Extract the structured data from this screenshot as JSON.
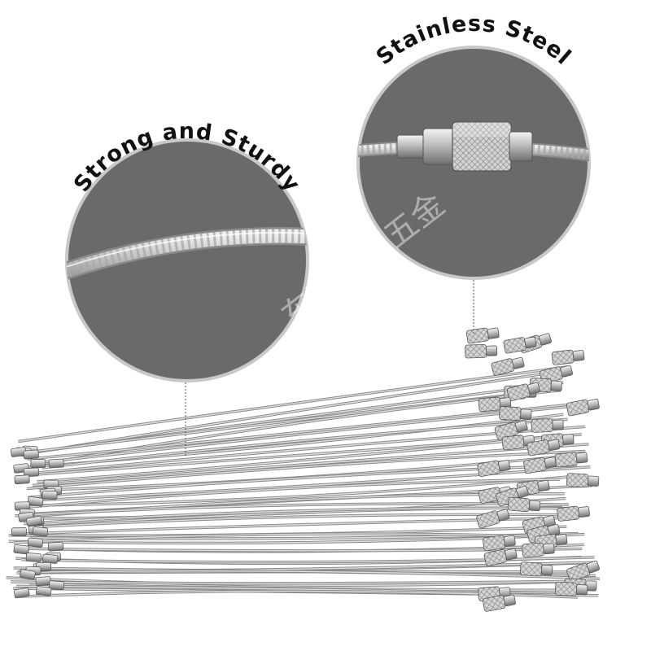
{
  "callouts": {
    "left_label": "Strong and Sturdy",
    "right_label": "Stainless Steel"
  },
  "watermark": "东莞景业五金",
  "colors": {
    "circle_fill": "#6a6a6a",
    "circle_border": "#c8c8c8",
    "wire_light": "#d9d9d9",
    "wire_dark": "#8a8a8a",
    "text": "#111111"
  }
}
